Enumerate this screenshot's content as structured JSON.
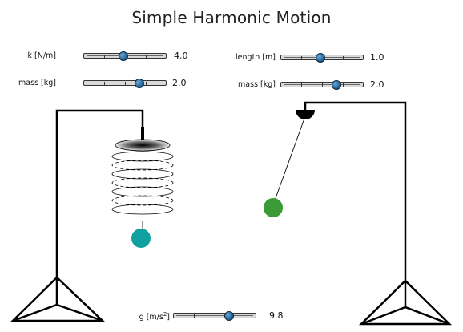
{
  "title": "Simple Harmonic Motion",
  "spring": {
    "k": {
      "label": "k [N/m]",
      "value": "4.0",
      "fraction": 0.48
    },
    "mass": {
      "label": "mass [kg]",
      "value": "2.0",
      "fraction": 0.68
    },
    "bob_color": "#11a0a0"
  },
  "pendulum": {
    "length": {
      "label": "length [m]",
      "value": "1.0",
      "fraction": 0.48
    },
    "mass": {
      "label": "mass [kg]",
      "value": "2.0",
      "fraction": 0.68
    },
    "bob_color": "#3a9a35"
  },
  "gravity": {
    "label": "g [m/s",
    "label_sup": "2",
    "label_end": "]",
    "value": "9.8",
    "fraction": 0.68
  },
  "colors": {
    "divider": "#b2187e",
    "thumb": "#1c5a8c"
  }
}
